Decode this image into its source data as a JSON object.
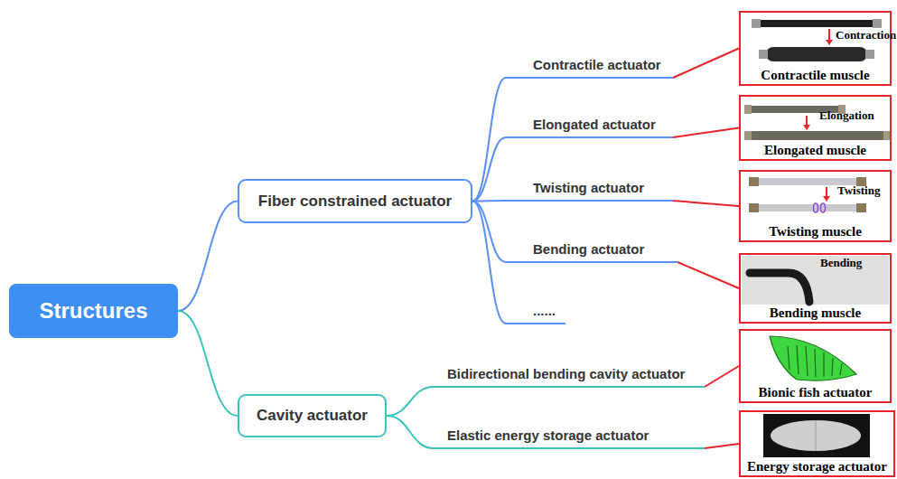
{
  "diagram": {
    "nodes": [
      {
        "text": [
          "Structures"
        ]
      },
      {
        "text": [
          "Fiber constrained actuator"
        ]
      },
      {
        "text": [
          "Contractile actuator"
        ]
      },
      {
        "text": [
          "Elongated actuator"
        ]
      },
      {
        "text": [
          "Twisting actuator"
        ]
      },
      {
        "text": [
          "Bending actuator"
        ]
      },
      {
        "text": [
          "......"
        ]
      },
      {
        "text": [
          "Cavity actuator"
        ]
      },
      {
        "text": [
          "Bidirectional bending cavity actuator"
        ]
      },
      {
        "text": [
          "Elastic energy storage actuator"
        ]
      },
      {
        "text": [
          "Contraction",
          "Contractile muscle"
        ]
      },
      {
        "text": [
          "Elongation",
          "Elongated muscle"
        ]
      },
      {
        "text": [
          "Twisting",
          "Twisting muscle"
        ]
      },
      {
        "text": [
          "Bending",
          "Bending muscle"
        ]
      },
      {
        "text": [
          "Bionic fish actuator"
        ]
      },
      {
        "text": [
          "Energy storage actuator"
        ]
      }
    ],
    "edges": [
      {
        "from": 0,
        "to": 1,
        "arrow": "none"
      },
      {
        "from": 0,
        "to": 7,
        "arrow": "none"
      },
      {
        "from": 1,
        "to": 2,
        "arrow": "none"
      },
      {
        "from": 1,
        "to": 3,
        "arrow": "none"
      },
      {
        "from": 1,
        "to": 4,
        "arrow": "none"
      },
      {
        "from": 1,
        "to": 5,
        "arrow": "none"
      },
      {
        "from": 1,
        "to": 6,
        "arrow": "none"
      },
      {
        "from": 7,
        "to": 8,
        "arrow": "none"
      },
      {
        "from": 7,
        "to": 9,
        "arrow": "none"
      },
      {
        "from": 2,
        "to": 10,
        "arrow": "none"
      },
      {
        "from": 3,
        "to": 11,
        "arrow": "none"
      },
      {
        "from": 4,
        "to": 12,
        "arrow": "none"
      },
      {
        "from": 5,
        "to": 13,
        "arrow": "none"
      },
      {
        "from": 8,
        "to": 14,
        "arrow": "none"
      },
      {
        "from": 9,
        "to": 15,
        "arrow": "none"
      }
    ]
  }
}
